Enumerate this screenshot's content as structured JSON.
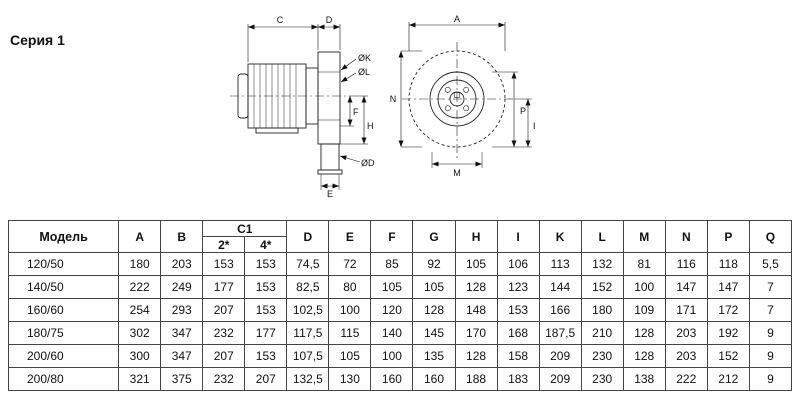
{
  "page": {
    "title": "Серия 1"
  },
  "drawing": {
    "labels": {
      "c": "C",
      "d": "D",
      "phi_k": "ØK",
      "phi_l": "ØL",
      "f": "F",
      "h": "H",
      "e": "E",
      "phi_d": "ØD",
      "a": "A",
      "n": "N",
      "p": "P",
      "i": "I",
      "m": "M"
    }
  },
  "table": {
    "header": {
      "model": "Модель",
      "a": "A",
      "b": "B",
      "c1_group": "C1",
      "c1_sub": [
        "2*",
        "4*"
      ],
      "cols_after": [
        "D",
        "E",
        "F",
        "G",
        "H",
        "I",
        "K",
        "L",
        "M",
        "N",
        "P",
        "Q"
      ]
    },
    "rows": [
      {
        "model": "120/50",
        "values": [
          "180",
          "203",
          "153",
          "153",
          "74,5",
          "72",
          "85",
          "92",
          "105",
          "106",
          "113",
          "132",
          "81",
          "116",
          "118",
          "5,5"
        ]
      },
      {
        "model": "140/50",
        "values": [
          "222",
          "249",
          "177",
          "153",
          "82,5",
          "80",
          "105",
          "105",
          "128",
          "123",
          "144",
          "152",
          "100",
          "147",
          "147",
          "7"
        ]
      },
      {
        "model": "160/60",
        "values": [
          "254",
          "293",
          "207",
          "153",
          "102,5",
          "100",
          "120",
          "128",
          "148",
          "153",
          "166",
          "180",
          "109",
          "171",
          "172",
          "7"
        ]
      },
      {
        "model": "180/75",
        "values": [
          "302",
          "347",
          "232",
          "177",
          "117,5",
          "115",
          "140",
          "145",
          "170",
          "168",
          "187,5",
          "210",
          "128",
          "203",
          "192",
          "9"
        ]
      },
      {
        "model": "200/60",
        "values": [
          "300",
          "347",
          "207",
          "153",
          "107,5",
          "105",
          "100",
          "135",
          "128",
          "158",
          "209",
          "230",
          "128",
          "203",
          "152",
          "9"
        ]
      },
      {
        "model": "200/80",
        "values": [
          "321",
          "375",
          "232",
          "207",
          "132,5",
          "130",
          "160",
          "160",
          "188",
          "183",
          "209",
          "230",
          "138",
          "222",
          "212",
          "9"
        ]
      }
    ]
  }
}
